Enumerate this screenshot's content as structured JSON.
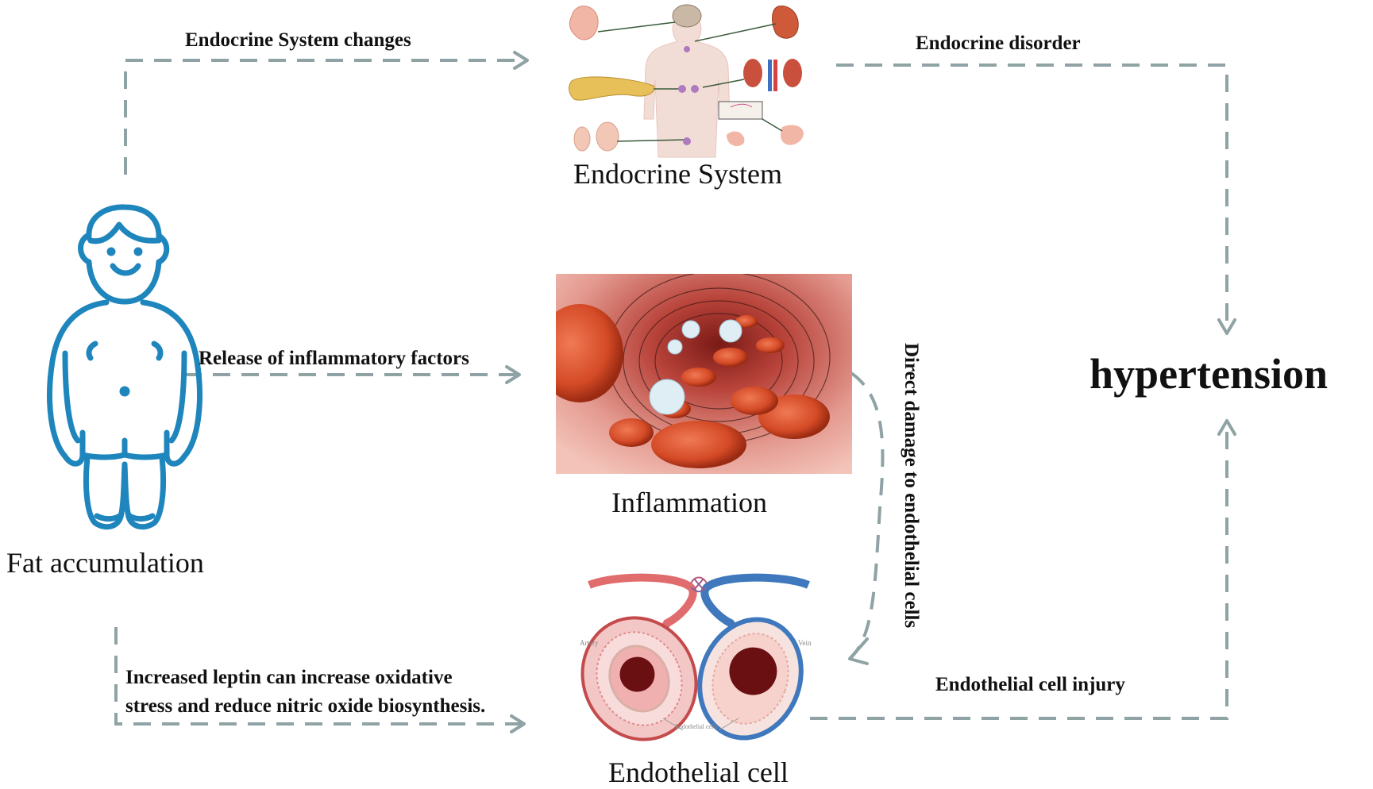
{
  "nodes": {
    "fat": {
      "label": "Fat accumulation",
      "icon": "overweight-person-icon"
    },
    "endocrine": {
      "label": "Endocrine System",
      "icon": "endocrine-glands-illustration"
    },
    "inflammation": {
      "label": "Inflammation",
      "icon": "blood-vessel-cells-illustration"
    },
    "endothelial": {
      "label": "Endothelial cell",
      "icon": "artery-vein-illustration"
    },
    "hypertension": {
      "label": "hypertension"
    }
  },
  "edges": {
    "fat_to_endocrine": "Endocrine System changes",
    "endocrine_to_hypertension": "Endocrine disorder",
    "fat_to_inflammation": "Release of inflammatory factors",
    "inflammation_to_endothelial": "Direct damage to endothelial cells",
    "fat_to_endothelial_line1": "Increased leptin can increase oxidative",
    "fat_to_endothelial_line2": "stress and reduce nitric oxide biosynthesis.",
    "endothelial_to_hypertension": "Endothelial cell injury"
  },
  "illustration_text": {
    "artery": "Artery",
    "vein": "Vein",
    "endothelial_small": "Endothelial cells"
  },
  "colors": {
    "arrow": "#8fa3a5",
    "person": "#1f86bd",
    "artery": "#e06c6e",
    "vein": "#3f78bd",
    "background": "#ffffff"
  }
}
